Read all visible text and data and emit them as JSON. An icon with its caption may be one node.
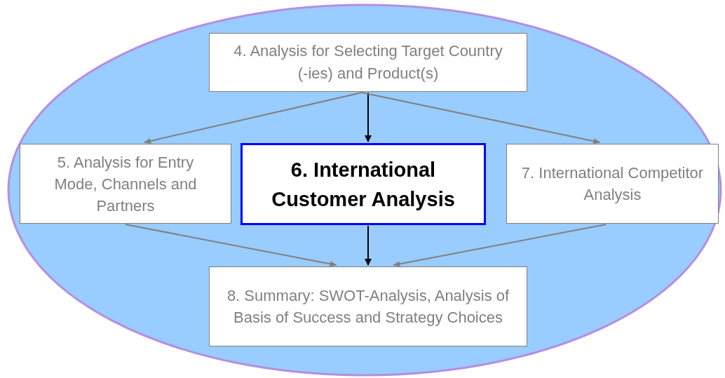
{
  "diagram": {
    "nodes": [
      {
        "text": [],
        "shape": "ellipse"
      },
      {
        "text": [
          "4. Analysis for Selecting Target Country (-ies) and Product(s)"
        ],
        "in": 0
      },
      {
        "text": [
          "5. Analysis for Entry Mode, Channels and Partners"
        ],
        "in": 0
      },
      {
        "text": [
          "6. International Customer Analysis"
        ],
        "in": 0
      },
      {
        "text": [
          "7. International Competitor Analysis"
        ],
        "in": 0
      },
      {
        "text": [
          "8. Summary: SWOT-Analysis, Analysis of Basis of Success and Strategy Choices"
        ],
        "in": 0
      }
    ],
    "edges": [
      {
        "from": 1,
        "to": 2,
        "arrow": "to"
      },
      {
        "from": 1,
        "to": 3,
        "arrow": "to",
        "color": "#000000"
      },
      {
        "from": 1,
        "to": 4,
        "arrow": "to"
      },
      {
        "from": 2,
        "to": 5,
        "arrow": "to"
      },
      {
        "from": 3,
        "to": 5,
        "arrow": "to",
        "color": "#000000"
      },
      {
        "from": 4,
        "to": 5,
        "arrow": "to"
      }
    ]
  }
}
